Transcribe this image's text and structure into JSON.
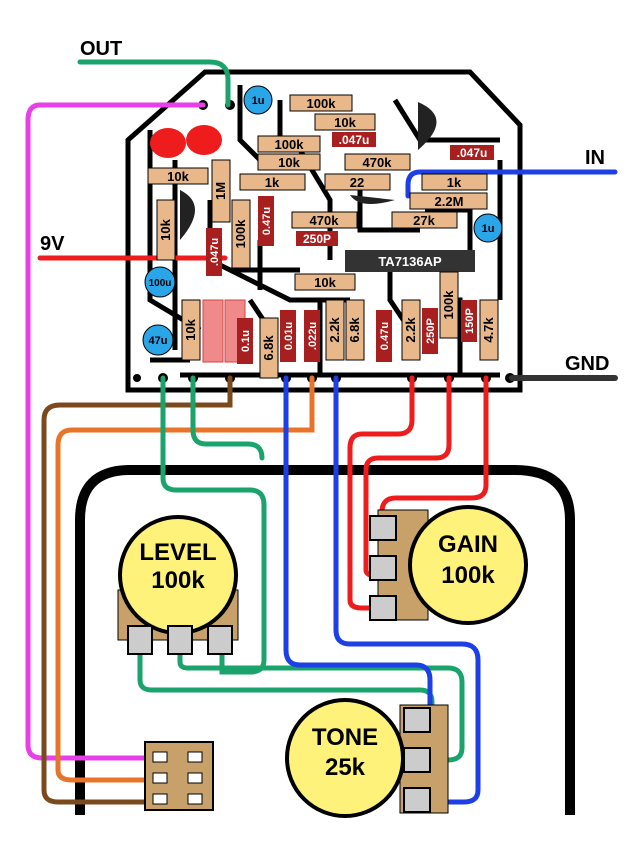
{
  "labels": {
    "out": "OUT",
    "in": "IN",
    "nine_v": "9V",
    "gnd": "GND"
  },
  "pots": {
    "level": {
      "line1": "LEVEL",
      "line2": "100k"
    },
    "gain": {
      "line1": "GAIN",
      "line2": "100k"
    },
    "tone": {
      "line1": "TONE",
      "line2": "25k"
    }
  },
  "ic": {
    "label": "TA7136AP"
  },
  "components": {
    "r_100k_top": "100k",
    "r_10k_top": "10k",
    "c_047_top": ".047u",
    "c_1u_top": "1u",
    "r_100k_2": "100k",
    "r_10k_2": "10k",
    "r_470k_top": "470k",
    "c_047_right": ".047u",
    "r_10k_left": "10k",
    "r_1k_mid": "1k",
    "r_22": "22",
    "r_1m": "1M",
    "r_1k_right": "1k",
    "r_22m": "2.2M",
    "r_10k_vert": "10k",
    "r_100k_vert": "100k",
    "c_047_vert_left": ".047u",
    "c_047u_vert": "0.47u",
    "r_470k_mid": "470k",
    "c_250p_mid": "250P",
    "r_27k": "27k",
    "c_1u_right": "1u",
    "c_100u": "100u",
    "c_47u": "47u",
    "r_10k_bottom": "10k",
    "r_10k_low": "10k",
    "c_01u": "0.1u",
    "r_68k_a": "6.8k",
    "c_001u": "0.01u",
    "c_022u": ".022u",
    "r_22k_a": "2.2k",
    "r_68k_b": "6.8k",
    "c_047u_low": "0.47u",
    "r_22k_b": "2.2k",
    "c_250p_low": "250P",
    "r_100k_low": "100k",
    "c_150p": "150P",
    "r_47k": "4.7k"
  },
  "colors": {
    "green": "#1aa36b",
    "magenta": "#e83fe8",
    "red": "#ee1c1c",
    "blue": "#1d3fe6",
    "orange": "#e8742a",
    "brown": "#7a4a1d",
    "resistor": "#e9b88a",
    "cap_red": "#a81f1f",
    "cap_blue": "#2aa5e8",
    "pot_yellow": "#fff27a",
    "jack_body": "#c8a06a"
  }
}
